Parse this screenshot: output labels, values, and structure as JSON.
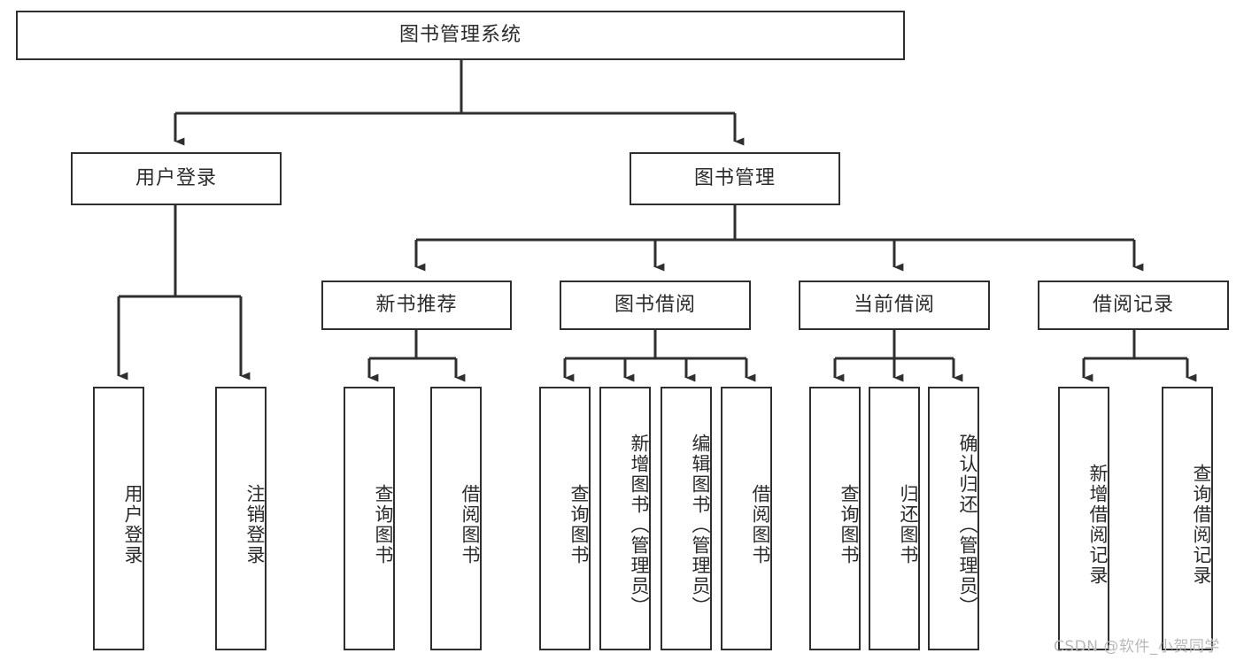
{
  "diagram": {
    "type": "tree-hierarchy-chart",
    "title": "图书管理系统",
    "watermark": "CSDN @软件_小贺同学",
    "colors": {
      "box_border": "#2f2f2f",
      "box_fill": "#ffffff",
      "connector": "#2f2f2f",
      "text": "#2b2b2b",
      "watermark": "#b9b9b9",
      "background": "#ffffff"
    },
    "root": {
      "label": "图书管理系统"
    },
    "level2": [
      {
        "label": "用户登录"
      },
      {
        "label": "图书管理"
      }
    ],
    "level3": [
      {
        "label": "新书推荐"
      },
      {
        "label": "图书借阅"
      },
      {
        "label": "当前借阅"
      },
      {
        "label": "借阅记录"
      }
    ],
    "leaves": {
      "user_login": [
        {
          "label": "用户登录"
        },
        {
          "label": "注销登录"
        }
      ],
      "new_book_recommend": [
        {
          "label": "查询图书"
        },
        {
          "label": "借阅图书"
        }
      ],
      "book_borrow": [
        {
          "label": "查询图书"
        },
        {
          "label": "新增图书（管理员）"
        },
        {
          "label": "编辑图书（管理员）"
        },
        {
          "label": "借阅图书"
        }
      ],
      "current_borrow": [
        {
          "label": "查询图书"
        },
        {
          "label": "归还图书"
        },
        {
          "label": "确认归还（管理员）"
        }
      ],
      "borrow_record": [
        {
          "label": "新增借阅记录"
        },
        {
          "label": "查询借阅记录"
        }
      ]
    }
  }
}
